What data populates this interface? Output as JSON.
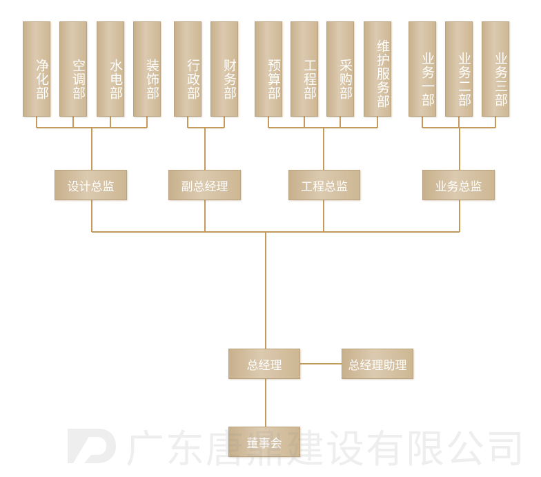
{
  "departments": [
    "净化部",
    "空调部",
    "水电部",
    "装饰部",
    "行政部",
    "财务部",
    "预算部",
    "工程部",
    "采购部",
    "维护服务部",
    "业务一部",
    "业务二部",
    "业务三部"
  ],
  "directors": [
    "设计总监",
    "副总经理",
    "工程总监",
    "业务总监"
  ],
  "general_manager": "总经理",
  "gm_assistant": "总经理助理",
  "board": "董事会",
  "watermark": "广东唐鼎建设有限公司",
  "colors": {
    "line": "#c49a5c",
    "box": "#d2bd9c",
    "text": "#ffffff"
  }
}
